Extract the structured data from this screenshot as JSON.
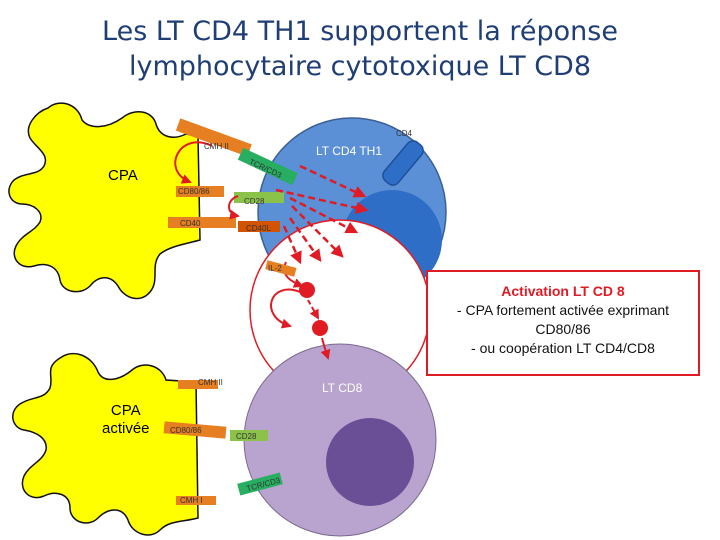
{
  "title": {
    "line1": "Les LT CD4 TH1 supportent la réponse",
    "line2": "lymphocytaire cytotoxique LT CD8"
  },
  "colors": {
    "apc": "#ffff00",
    "cd4_cell": "#5b8fd6",
    "cd4_nucleus": "#2f6ec7",
    "cd8_cell": "#b8a4cf",
    "cd8_nucleus": "#6b4f96",
    "arrow_red": "#e01b24",
    "title_blue": "#1f3e75"
  },
  "top": {
    "apc_label": "CPA",
    "cd4_cell_label": "LT CD4 TH1",
    "cd4_marker": "CD4",
    "cmh2": "CMH II",
    "tcr": "TCR/CD3",
    "cd80": "CD80/86",
    "cd28": "CD28",
    "cd40": "CD40",
    "cd40l": "CD40L",
    "il2": "IL-2"
  },
  "bottom": {
    "apc_label_line1": "CPA",
    "apc_label_line2": "activée",
    "cd8_cell_label": "LT CD8",
    "cmh2": "CMH II",
    "cd80": "CD80/86",
    "cd28": "CD28",
    "tcr": "TCR/CD3",
    "cmh1": "CMH I"
  },
  "activation_box": {
    "title": "Activation LT CD 8",
    "line1": "- CPA fortement activée exprimant",
    "line2": "CD80/86",
    "line3": "- ou coopération LT CD4/CD8"
  }
}
